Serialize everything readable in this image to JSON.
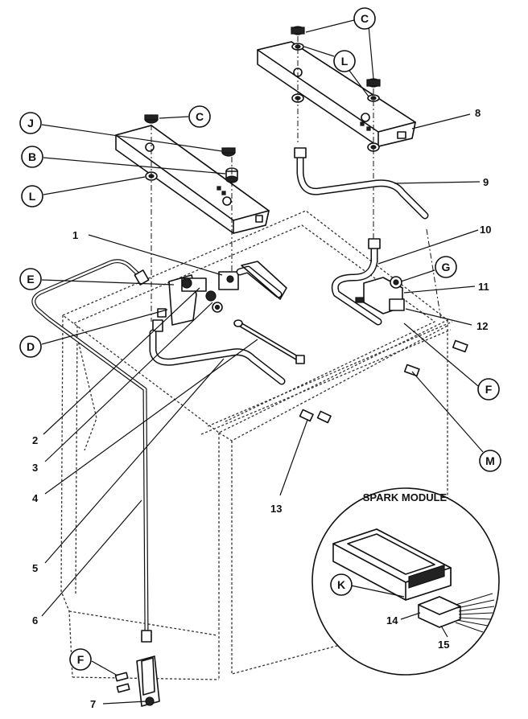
{
  "callouts": {
    "C1": "C",
    "C2": "C",
    "L1": "L",
    "J": "J",
    "B": "B",
    "L2": "L",
    "E": "E",
    "D": "D",
    "G": "G",
    "F1": "F",
    "M": "M",
    "F2": "F",
    "K": "K"
  },
  "numbers": {
    "n1": "1",
    "n2": "2",
    "n3": "3",
    "n4": "4",
    "n5": "5",
    "n6": "6",
    "n7": "7",
    "n8": "8",
    "n9": "9",
    "n10": "10",
    "n11": "11",
    "n12": "12",
    "n13": "13",
    "n14": "14",
    "n15": "15"
  },
  "inset": {
    "title": "SPARK MODULE"
  }
}
